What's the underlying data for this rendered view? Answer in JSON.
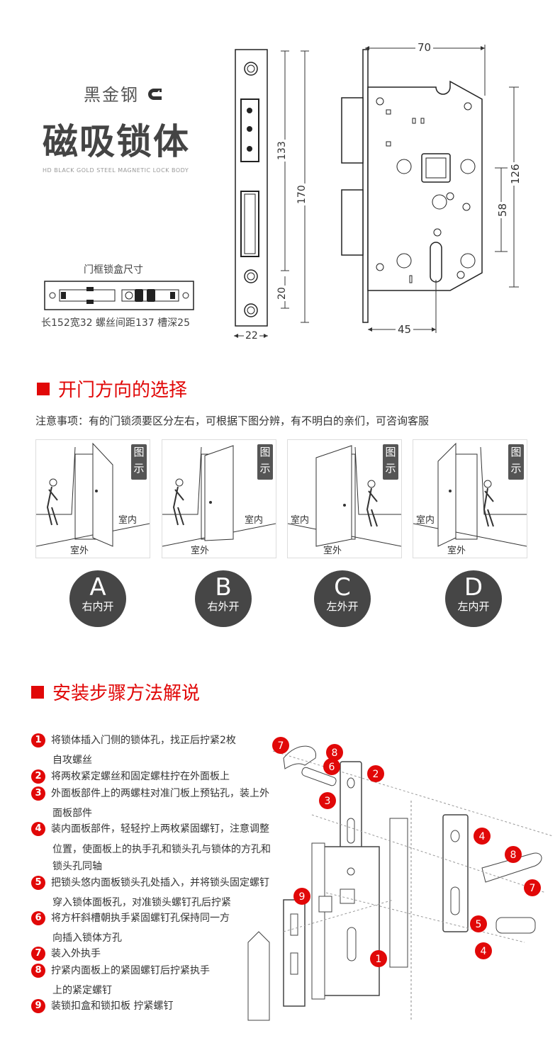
{
  "brand": {
    "sub": "黑金钢",
    "main": "磁吸锁体",
    "en": "HD BLACK GOLD STEEL MAGNETIC LOCK BODY"
  },
  "dims": {
    "d70": "70",
    "d133": "133",
    "d170": "170",
    "d20": "20",
    "d22": "22",
    "d126": "126",
    "d58": "58",
    "d45": "45"
  },
  "frame": {
    "title": "门框锁盒尺寸",
    "caption": "长152宽32 螺丝间距137 槽深25"
  },
  "section1": {
    "title": "开门方向的选择",
    "note": "注意事项：有的门锁须要区分左右，可根据下图分辨，有不明白的亲们，可咨询客服"
  },
  "cards": [
    {
      "tag1": "图",
      "tag2": "示",
      "inside": "室内",
      "outside": "室外",
      "letter": "A",
      "name": "右内开"
    },
    {
      "tag1": "图",
      "tag2": "示",
      "inside": "室内",
      "outside": "室外",
      "letter": "B",
      "name": "右外开"
    },
    {
      "tag1": "图",
      "tag2": "示",
      "inside": "室内",
      "outside": "室外",
      "letter": "C",
      "name": "左外开"
    },
    {
      "tag1": "图",
      "tag2": "示",
      "inside": "室内",
      "outside": "室外",
      "letter": "D",
      "name": "左内开"
    }
  ],
  "section2": {
    "title": "安装步骤方法解说"
  },
  "steps": [
    {
      "n": "1",
      "l1": "将锁体插入门侧的锁体孔，找正后拧紧2枚",
      "l2": "自攻螺丝"
    },
    {
      "n": "2",
      "l1": "将两枚紧定螺丝和固定螺柱拧在外面板上",
      "l2": ""
    },
    {
      "n": "3",
      "l1": "外面板部件上的两螺柱对准门板上预钻孔，装上外",
      "l2": "面板部件"
    },
    {
      "n": "4",
      "l1": "装内面板部件，轻轻拧上两枚紧固螺钉，注意调整",
      "l2": "位置，使面板上的执手孔和锁头孔与锁体的方孔和",
      "l3": "锁头孔同轴"
    },
    {
      "n": "5",
      "l1": "把锁头悠内面板锁头孔处插入，并将锁头固定螺钉",
      "l2": "穿入锁体面板孔，对准锁头螺钉孔后拧紧"
    },
    {
      "n": "6",
      "l1": "将方杆斜槽朝执手紧固螺钉孔保持同一方",
      "l2": "向插入锁体方孔"
    },
    {
      "n": "7",
      "l1": "装入外执手",
      "l2": ""
    },
    {
      "n": "8",
      "l1": "拧紧内面板上的紧固螺钉后拧紧执手",
      "l2": "上的紧定螺钉"
    },
    {
      "n": "9",
      "l1": "装锁扣盒和锁扣板 拧紧螺钉",
      "l2": ""
    }
  ],
  "diagram_labels": [
    "7",
    "8",
    "6",
    "2",
    "3",
    "4",
    "8",
    "7",
    "9",
    "5",
    "4",
    "1"
  ],
  "colors": {
    "accent": "#e10808",
    "circle": "#464646"
  }
}
